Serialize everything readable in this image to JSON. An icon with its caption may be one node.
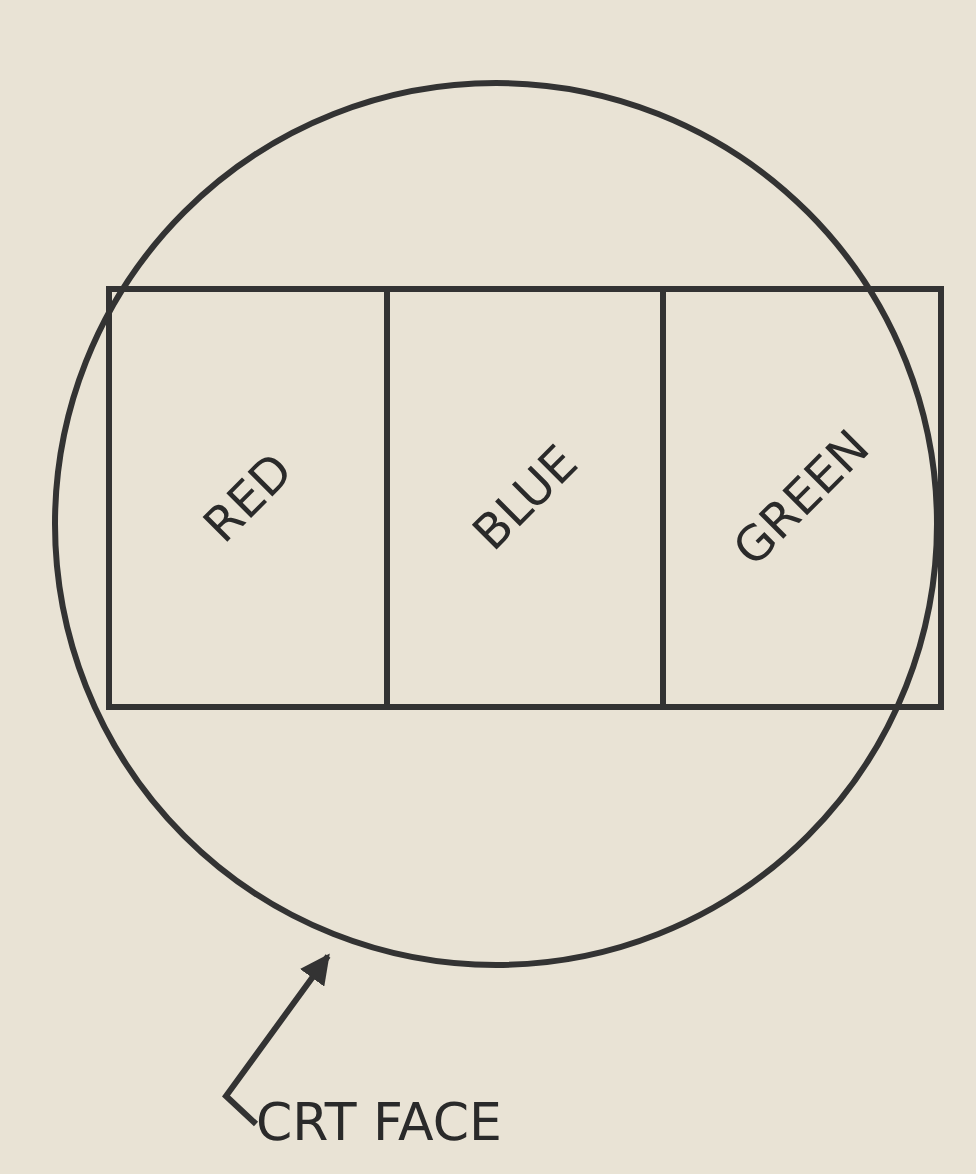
{
  "diagram": {
    "nodes": [
      {
        "text": [],
        "shape": "circle"
      },
      {
        "text": [
          "RED"
        ],
        "in": 0
      },
      {
        "text": [
          "BLUE"
        ],
        "in": 0
      },
      {
        "text": [
          "GREEN"
        ],
        "in": 0
      },
      {
        "text": [
          "CRT FACE"
        ]
      }
    ],
    "edges": [
      {
        "from": 4,
        "to": 0,
        "arrow": "to"
      }
    ]
  }
}
